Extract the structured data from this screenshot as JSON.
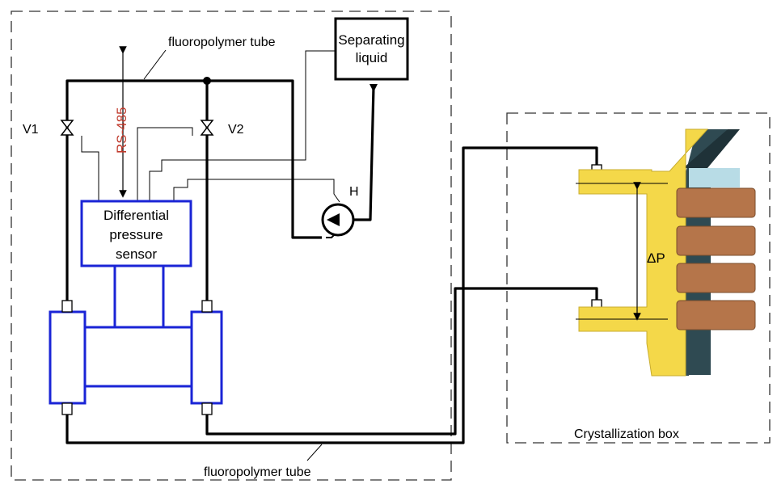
{
  "labels": {
    "fluoropolymer_top": "fluoropolymer tube",
    "fluoropolymer_bottom": "fluoropolymer tube",
    "separating_liquid_line1": "Separating",
    "separating_liquid_line2": "liquid",
    "rs485": "RS-485",
    "valve1": "V1",
    "valve2": "V2",
    "pump": "H",
    "sensor_line1": "Differential",
    "sensor_line2": "pressure",
    "sensor_line3": "sensor",
    "delta_p": "ΔP",
    "crystallization_box": "Crystallization box"
  },
  "colors": {
    "sensor_blue": "#1a24d6",
    "rs485_red": "#c0392b",
    "crystallizer_yellow": "#f4d849",
    "coil_brown": "#b5754a",
    "shaft_dark": "#2f4a52",
    "shaft_light": "#b8dce6"
  }
}
